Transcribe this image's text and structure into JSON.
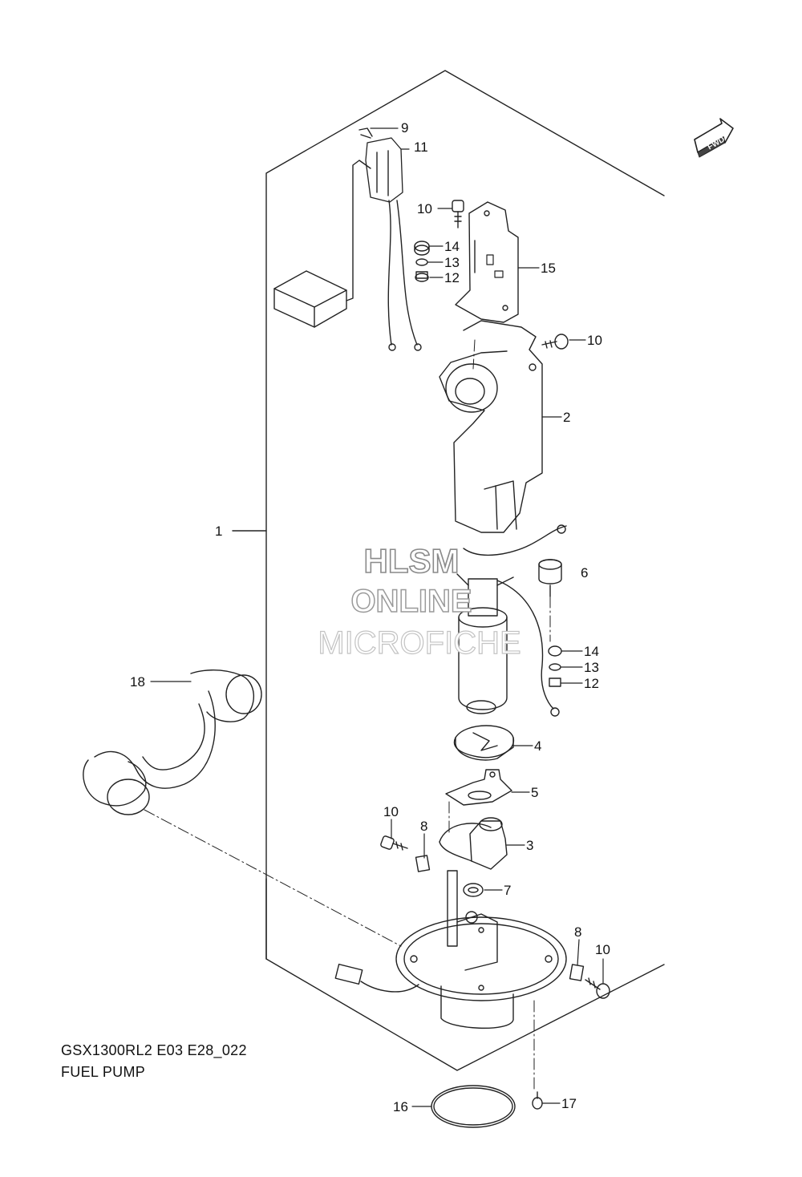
{
  "diagram": {
    "caption_code": "GSX1300RL2 E03 E28_022",
    "caption_title": "FUEL PUMP",
    "fwd_label": "FWD",
    "watermark": [
      "HLSM",
      "ONLINE",
      "MICROFICHE"
    ],
    "callouts": {
      "c1": "1",
      "c2": "2",
      "c3": "3",
      "c4": "4",
      "c5": "5",
      "c6": "6",
      "c7": "7",
      "c8a": "8",
      "c8b": "8",
      "c9": "9",
      "c10a": "10",
      "c10b": "10",
      "c10c": "10",
      "c10d": "10",
      "c11": "11",
      "c12a": "12",
      "c12b": "12",
      "c13a": "13",
      "c13b": "13",
      "c14a": "14",
      "c14b": "14",
      "c15": "15",
      "c16": "16",
      "c17": "17",
      "c18": "18"
    }
  }
}
